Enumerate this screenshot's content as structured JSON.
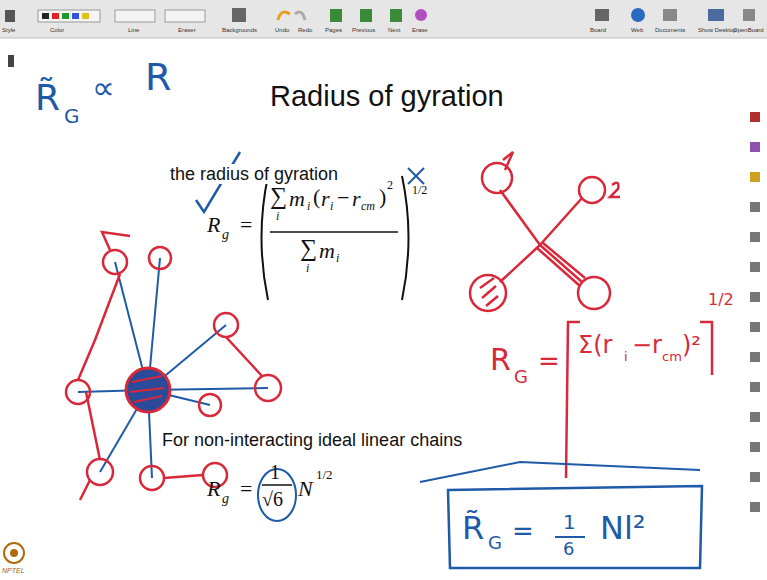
{
  "diagram": {
    "title": "Radius of gyration",
    "labels": [
      "Style",
      "Color",
      "Line",
      "Eraser",
      "Backgrounds",
      "Undo",
      "Redo",
      "Pages",
      "Previous",
      "Next",
      "Erase",
      "Board",
      "Web",
      "Documents",
      "Show Desktop",
      "OpenBoard",
      "the radius of gyration",
      "R",
      "g",
      "=",
      "∑",
      "i",
      "m",
      "i",
      "(",
      "r",
      "i",
      "−",
      "r",
      "cm",
      ")",
      "2",
      "∑",
      "i",
      "m",
      "i",
      "1/2",
      "For non-interacting ideal linear chains",
      "R",
      "g",
      "=",
      "1",
      "√6",
      "N",
      "1/2",
      "NPTEL",
      "R̃",
      "G",
      "∝",
      "R",
      "R",
      "G",
      "=",
      "Σ(r",
      "i",
      "−r",
      "cm",
      ")²",
      "1/2",
      "R̃",
      "G",
      "=",
      "1",
      "6",
      "Nl²"
    ]
  }
}
